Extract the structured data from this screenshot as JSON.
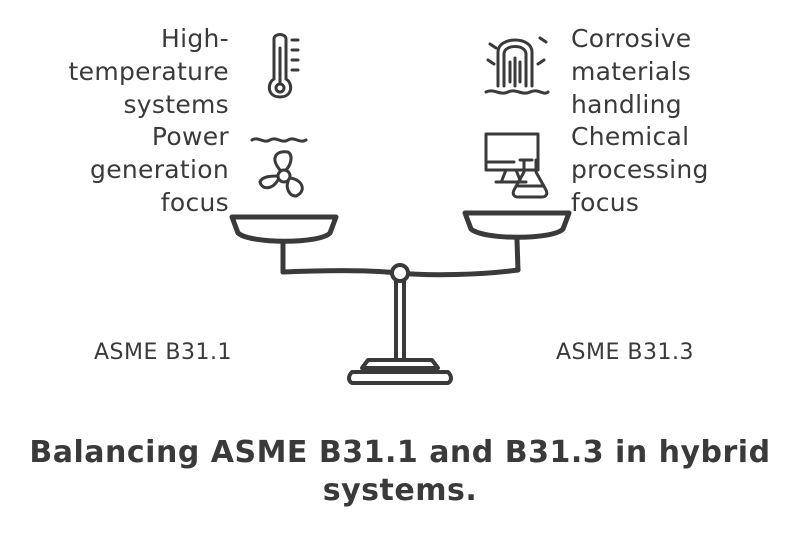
{
  "left": {
    "label_top": [
      "High-",
      "temperature",
      "systems"
    ],
    "label_bottom": [
      "Power",
      "generation",
      "focus"
    ],
    "standard": "ASME B31.1"
  },
  "right": {
    "label_top": [
      "Corrosive",
      "materials",
      "handling"
    ],
    "label_bottom": [
      "Chemical",
      "processing",
      "focus"
    ],
    "standard": "ASME B31.3"
  },
  "title": [
    "Balancing ASME B31.1 and B31.3 in hybrid",
    "systems."
  ],
  "icons": {
    "left_top": "thermometer-icon",
    "left_bottom": "turbine-icon",
    "right_top": "corrosion-icon",
    "right_bottom": "lab-computer-icon"
  },
  "colors": {
    "ink": "#3a3a3a",
    "background": "#ffffff"
  }
}
